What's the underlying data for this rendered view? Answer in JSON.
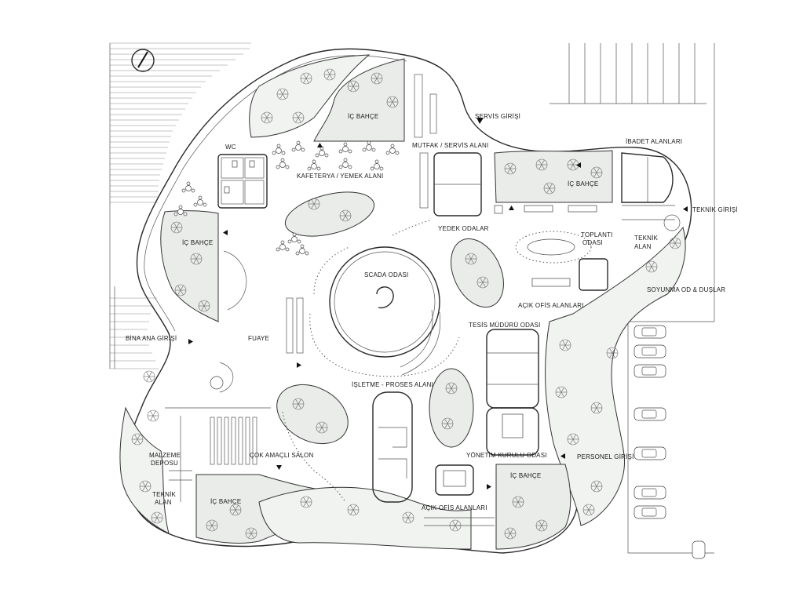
{
  "labels": {
    "ic_bahce_top": "İÇ BAHÇE",
    "wc": "WC",
    "kafeterya": "KAFETERYA / YEMEK ALANI",
    "mutfak": "MUTFAK / SERVİS ALANI",
    "servis_girisi": "SERVİS GİRİŞİ",
    "ibadet": "İBADET ALANLARI",
    "ic_bahce_right": "İÇ BAHÇE",
    "teknik_girisi": "TEKNİK GİRİŞİ",
    "yedek_odalar": "YEDEK ODALAR",
    "toplanti_1": "TOPLANTI",
    "toplanti_2": "ODASI",
    "teknik_alan_r1": "TEKNİK",
    "teknik_alan_r2": "ALAN",
    "ic_bahce_left": "İÇ BAHÇE",
    "scada": "SCADA ODASI",
    "acik_ofis_top": "AÇIK OFİS ALANLARI",
    "soyunma": "SOYUNMA OD & DUŞLAR",
    "tesis_muduru": "TESİS MÜDÜRÜ ODASI",
    "bina_ana_girisi": "BİNA ANA GİRİŞİ",
    "fuaye": "FUAYE",
    "isletme": "İŞLETME - PROSES ALANI",
    "malzeme_1": "MALZEME",
    "malzeme_2": "DEPOSU",
    "cok_amacli": "ÇOK AMAÇLI SALON",
    "yonetim": "YÖNETİM KURULU ODASI",
    "personel_girisi": "PERSONEL GİRİŞİ",
    "ic_bahce_bottom_right": "İÇ BAHÇE",
    "teknik_alan_l1": "TEKNİK",
    "teknik_alan_l2": "ALAN",
    "ic_bahce_bottom_left": "İÇ BAHÇE",
    "acik_ofis_bottom": "AÇIK OFİS ALANLARI"
  },
  "colors": {
    "line": "#2a2a2a",
    "garden_fill": "#e9ece9",
    "paper": "#ffffff"
  },
  "icons": {
    "north": "north-arrow-icon",
    "entry": "triangle-arrow-icon",
    "car": "parked-car-icon",
    "tree": "tree-symbol-icon"
  }
}
